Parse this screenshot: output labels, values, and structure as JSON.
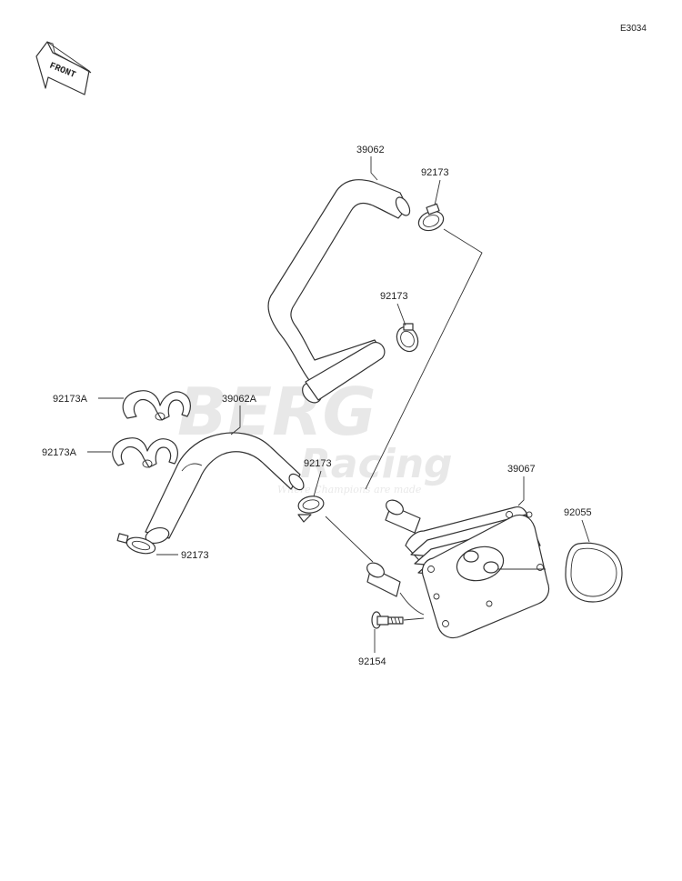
{
  "diagram": {
    "code": "E3034",
    "front_label": "FRONT",
    "parts": {
      "hose_upper": "39062",
      "hose_lower": "39062A",
      "clamp_upper_right": "92173",
      "clamp_middle": "92173",
      "clamp_center": "92173",
      "clamp_lower_left": "92173",
      "clip_a_top": "92173A",
      "clip_a_bottom": "92173A",
      "oil_cooler": "39067",
      "o_ring": "92055",
      "bolt": "92154"
    },
    "watermark": {
      "line1": "BERG",
      "line2": "Racing",
      "tagline": "Where Champions are made"
    }
  }
}
